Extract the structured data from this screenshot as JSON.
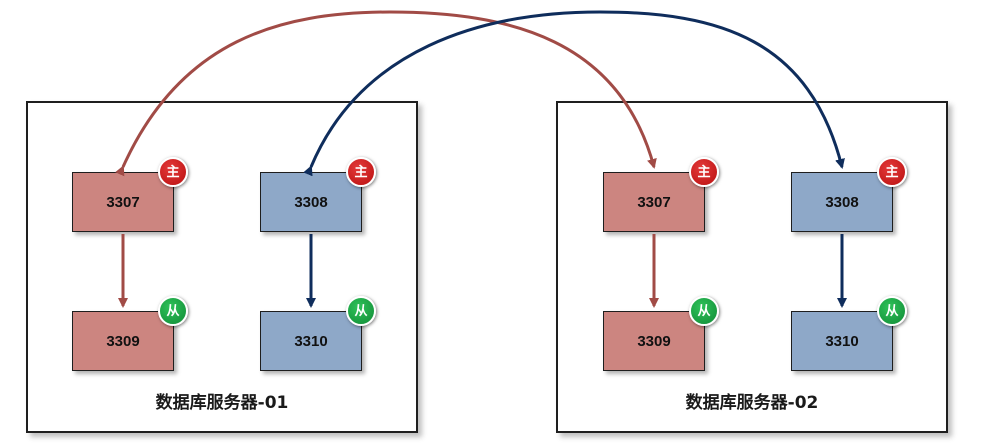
{
  "colors": {
    "master_red": "#a14b46",
    "master_blue": "#0f2d5c",
    "node_red_fill": "#cc8580",
    "node_blue_fill": "#8ea8c8",
    "badge_master": "#cc1f1f",
    "badge_slave": "#1fa84a"
  },
  "servers": [
    {
      "label": "数据库服务器-01",
      "nodes": {
        "top_left": {
          "port": "3307",
          "badge": "主",
          "role": "master",
          "color": "red"
        },
        "top_right": {
          "port": "3308",
          "badge": "主",
          "role": "master",
          "color": "blue"
        },
        "bottom_left": {
          "port": "3309",
          "badge": "从",
          "role": "slave",
          "color": "red"
        },
        "bottom_right": {
          "port": "3310",
          "badge": "从",
          "role": "slave",
          "color": "blue"
        }
      }
    },
    {
      "label": "数据库服务器-02",
      "nodes": {
        "top_left": {
          "port": "3307",
          "badge": "主",
          "role": "master",
          "color": "red"
        },
        "top_right": {
          "port": "3308",
          "badge": "主",
          "role": "master",
          "color": "blue"
        },
        "bottom_left": {
          "port": "3309",
          "badge": "从",
          "role": "slave",
          "color": "red"
        },
        "bottom_right": {
          "port": "3310",
          "badge": "从",
          "role": "slave",
          "color": "blue"
        }
      }
    }
  ],
  "connections": [
    {
      "from": "server-01/3307",
      "to": "server-01/3309",
      "color": "red"
    },
    {
      "from": "server-01/3308",
      "to": "server-01/3310",
      "color": "blue"
    },
    {
      "from": "server-02/3307",
      "to": "server-02/3309",
      "color": "red"
    },
    {
      "from": "server-02/3308",
      "to": "server-02/3310",
      "color": "blue"
    },
    {
      "from": "server-02/3307",
      "to": "server-01/3307",
      "color": "red",
      "curved": true
    },
    {
      "from": "server-01/3307",
      "to": "server-02/3307",
      "color": "red",
      "curved": true
    },
    {
      "from": "server-02/3308",
      "to": "server-01/3308",
      "color": "blue",
      "curved": true
    },
    {
      "from": "server-01/3308",
      "to": "server-02/3308",
      "color": "blue",
      "curved": true
    }
  ]
}
